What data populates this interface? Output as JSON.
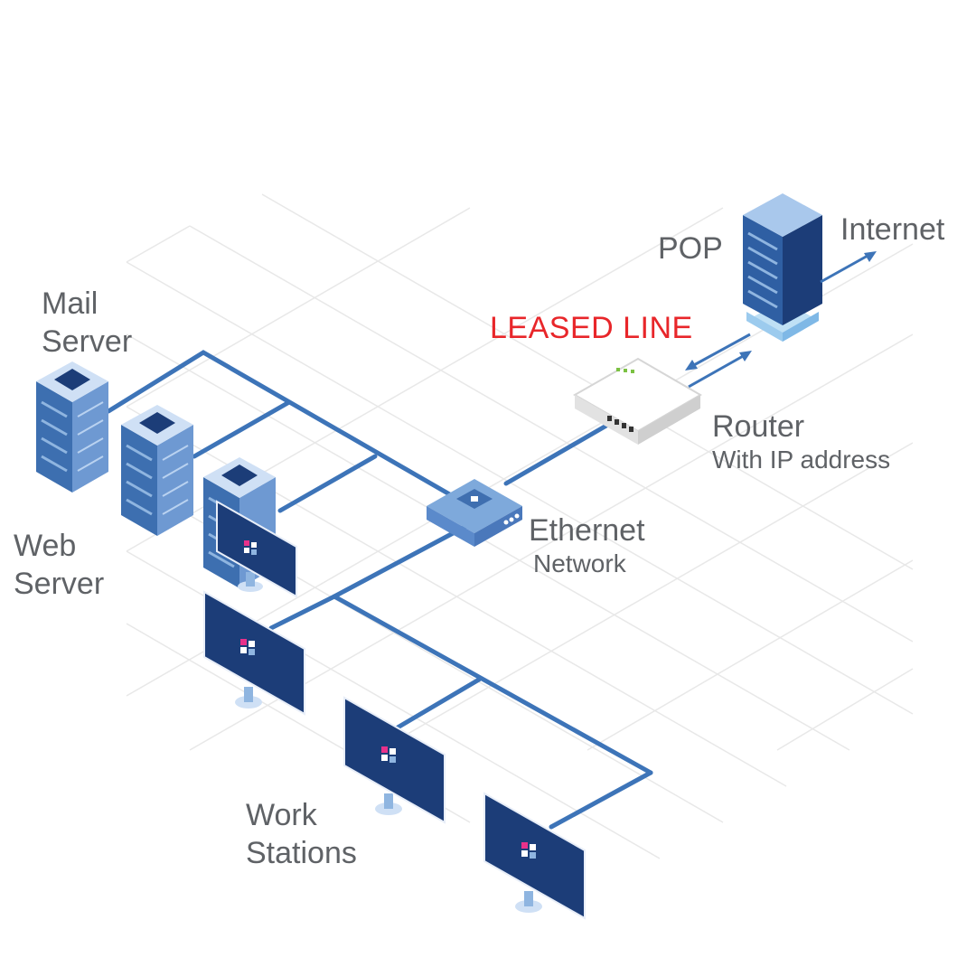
{
  "labels": {
    "pop": "POP",
    "internet": "Internet",
    "leased_line": "LEASED LINE",
    "mail_server_line1": "Mail",
    "mail_server_line2": "Server",
    "router": "Router",
    "router_sub": "With IP address",
    "web_server_line1": "Web",
    "web_server_line2": "Server",
    "ethernet": "Ethernet",
    "ethernet_sub": "Network",
    "workstations_line1": "Work",
    "workstations_line2": "Stations"
  },
  "colors": {
    "cable": "#3d74b8",
    "device_dark": "#1c3d78",
    "device_mid": "#3d6fb0",
    "device_light": "#8fb5e0",
    "label": "#5f6266",
    "accent_red": "#e8262a",
    "grid": "#e6e6e6"
  },
  "icons": [
    "server-rack-icon",
    "pop-server-icon",
    "router-icon",
    "switch-icon",
    "monitor-icon"
  ]
}
